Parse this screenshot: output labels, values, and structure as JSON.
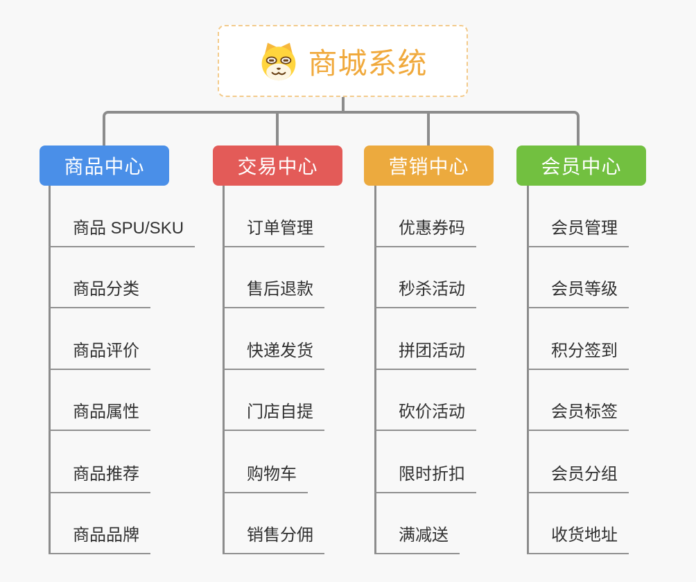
{
  "page": {
    "background": "#f8f8f8"
  },
  "root": {
    "title": "商城系统",
    "icon": "dog-face-icon",
    "text_color": "#f0a93c",
    "border_color": "#f3ca8a"
  },
  "lines": {
    "connector_color": "#8c8c8c",
    "underline_color": "#8f8f8f"
  },
  "branches": [
    {
      "label": "商品中心",
      "color": "#4a8fe8",
      "items": [
        "商品 SPU/SKU",
        "商品分类",
        "商品评价",
        "商品属性",
        "商品推荐",
        "商品品牌"
      ]
    },
    {
      "label": "交易中心",
      "color": "#e35b58",
      "items": [
        "订单管理",
        "售后退款",
        "快递发货",
        "门店自提",
        "购物车",
        "销售分佣"
      ]
    },
    {
      "label": "营销中心",
      "color": "#ecaa3e",
      "items": [
        "优惠券码",
        "秒杀活动",
        "拼团活动",
        "砍价活动",
        "限时折扣",
        "满减送"
      ]
    },
    {
      "label": "会员中心",
      "color": "#72c040",
      "items": [
        "会员管理",
        "会员等级",
        "积分签到",
        "会员标签",
        "会员分组",
        "收货地址"
      ]
    }
  ]
}
